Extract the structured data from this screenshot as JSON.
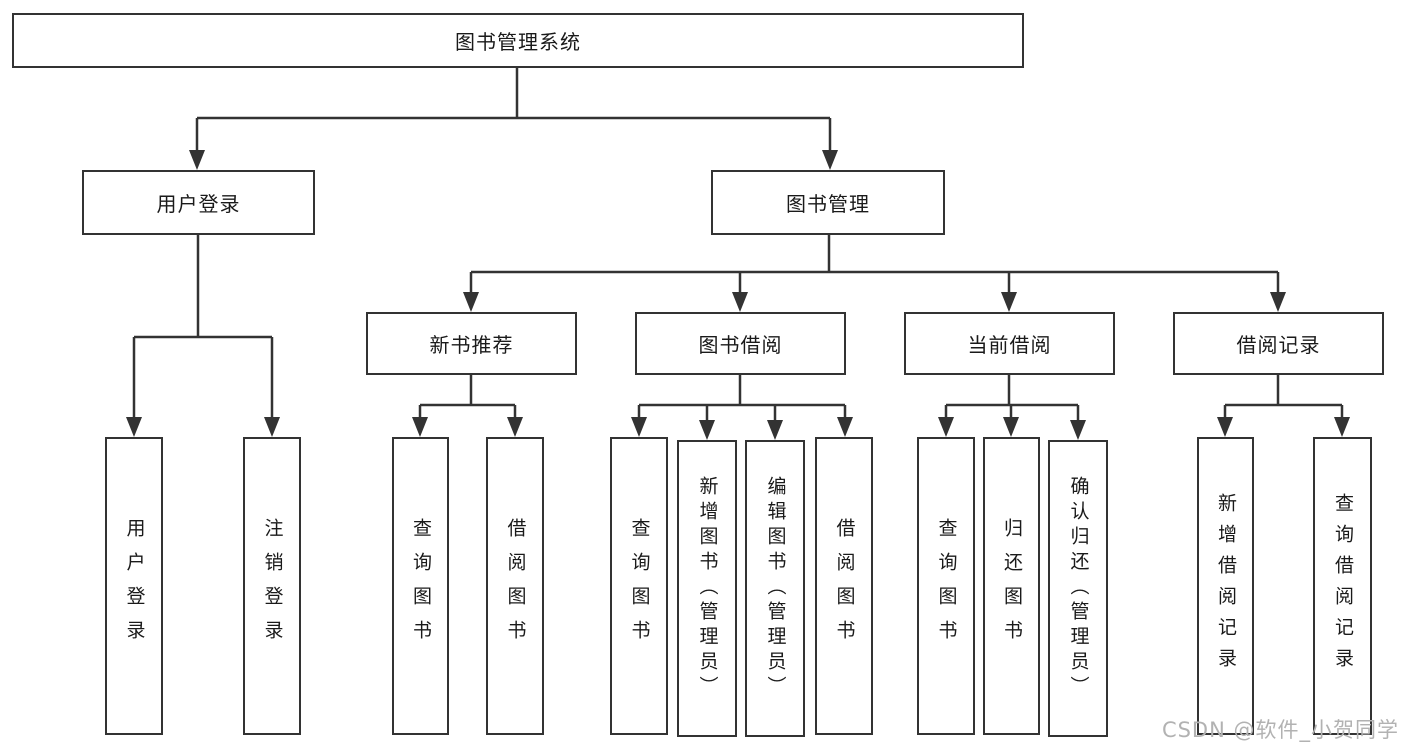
{
  "diagram_title": "图书管理系统",
  "colors": {
    "line": "#333333",
    "box_border": "#333333",
    "box_fill": "#ffffff",
    "text": "#1a1a1a",
    "watermark": "#b2b2b2"
  },
  "nodes": {
    "root": "图书管理系统",
    "user_login": "用户登录",
    "book_mgmt": "图书管理",
    "user_login_leaf": "用户登录",
    "logout_leaf": "注销登录",
    "new_book_rec": "新书推荐",
    "book_borrow": "图书借阅",
    "current_borrow": "当前借阅",
    "borrow_record": "借阅记录",
    "nbr_query_books": "查询图书",
    "nbr_borrow_books": "借阅图书",
    "bb_query_books": "查询图书",
    "bb_add_books": "新增图书（管理员）",
    "bb_edit_books": "编辑图书（管理员）",
    "bb_borrow_books": "借阅图书",
    "cb_query_books": "查询图书",
    "cb_return_books": "归还图书",
    "cb_confirm_return": "确认归还（管理员）",
    "br_add_record": "新增借阅记录",
    "br_query_record": "查询借阅记录"
  },
  "hierarchy": {
    "图书管理系统": {
      "用户登录": [
        "用户登录",
        "注销登录"
      ],
      "图书管理": {
        "新书推荐": [
          "查询图书",
          "借阅图书"
        ],
        "图书借阅": [
          "查询图书",
          "新增图书（管理员）",
          "编辑图书（管理员）",
          "借阅图书"
        ],
        "当前借阅": [
          "查询图书",
          "归还图书",
          "确认归还（管理员）"
        ],
        "借阅记录": [
          "新增借阅记录",
          "查询借阅记录"
        ]
      }
    }
  },
  "watermark": "CSDN @软件_小贺同学"
}
